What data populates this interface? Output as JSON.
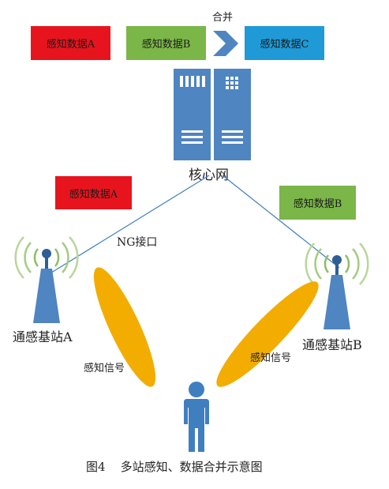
{
  "merge": {
    "label": "合并",
    "data_a": "感知数据A",
    "data_b": "感知数据B",
    "data_c": "感知数据C"
  },
  "core": {
    "label": "核心网"
  },
  "link_boxes": {
    "a": "感知数据A",
    "b": "感知数据B"
  },
  "interface": {
    "label": "NG接口"
  },
  "stations": {
    "a": "通感基站A",
    "b": "通感基站B"
  },
  "signals": {
    "left": "感知信号",
    "right": "感知信号"
  },
  "caption": "图4    多站感知、数据合并示意图",
  "colors": {
    "red": "#e8141d",
    "green": "#7ab648",
    "blue": "#1f9ad6",
    "server": "#4f85c0",
    "beam": "#f2ad00",
    "person": "#3f7fc0"
  }
}
